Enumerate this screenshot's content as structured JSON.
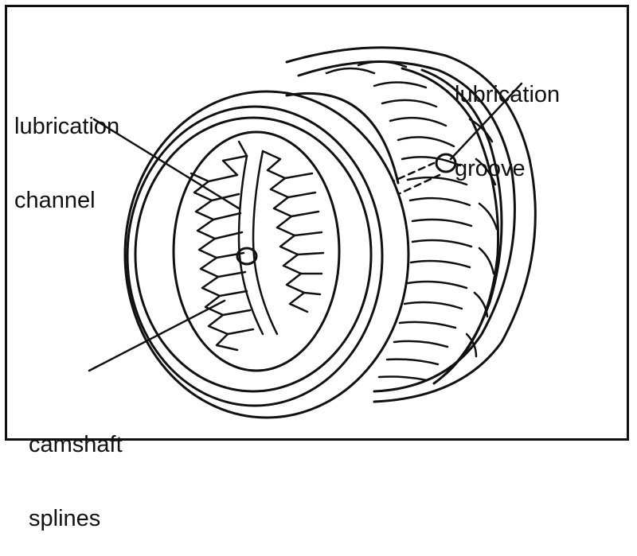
{
  "labels": {
    "lubrication_channel": {
      "line1": "lubrication",
      "line2": "channel"
    },
    "lubrication_groove": {
      "line1": "lubrication",
      "line2": "groove"
    },
    "camshaft_splines": {
      "line1": "camshaft",
      "line2": "splines"
    }
  },
  "colors": {
    "ink": "#111111",
    "paper": "#ffffff"
  }
}
